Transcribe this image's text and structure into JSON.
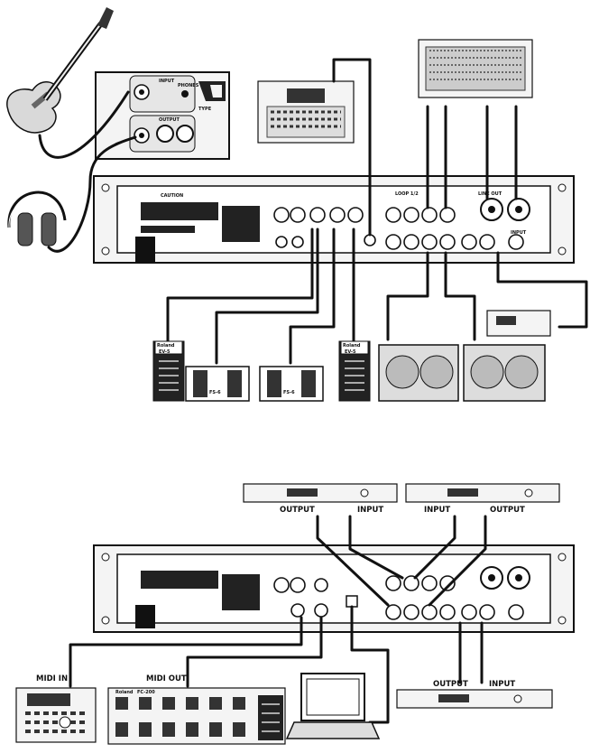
{
  "top": {
    "panel_badges": {
      "input": "INPUT",
      "output": "OUTPUT",
      "phones": "PHONES",
      "type": "TYPE"
    },
    "expression_pedals": {
      "brand": "Roland",
      "model": "EV-5"
    },
    "footswitches": {
      "model": "FS-6"
    }
  },
  "bottom": {
    "labels": {
      "fx1_output": "OUTPUT",
      "fx1_input": "INPUT",
      "fx2_input": "INPUT",
      "fx2_output": "OUTPUT",
      "fx3_output": "OUTPUT",
      "fx3_input": "INPUT",
      "midi_in": "MIDI IN",
      "midi_out": "MIDI OUT"
    },
    "foot_controller": {
      "brand": "Roland",
      "model": "FC-200"
    }
  },
  "rack": {
    "caution": "CAUTION",
    "loop": "LOOP 1/2",
    "line_out": "LINE OUT",
    "input": "INPUT"
  }
}
